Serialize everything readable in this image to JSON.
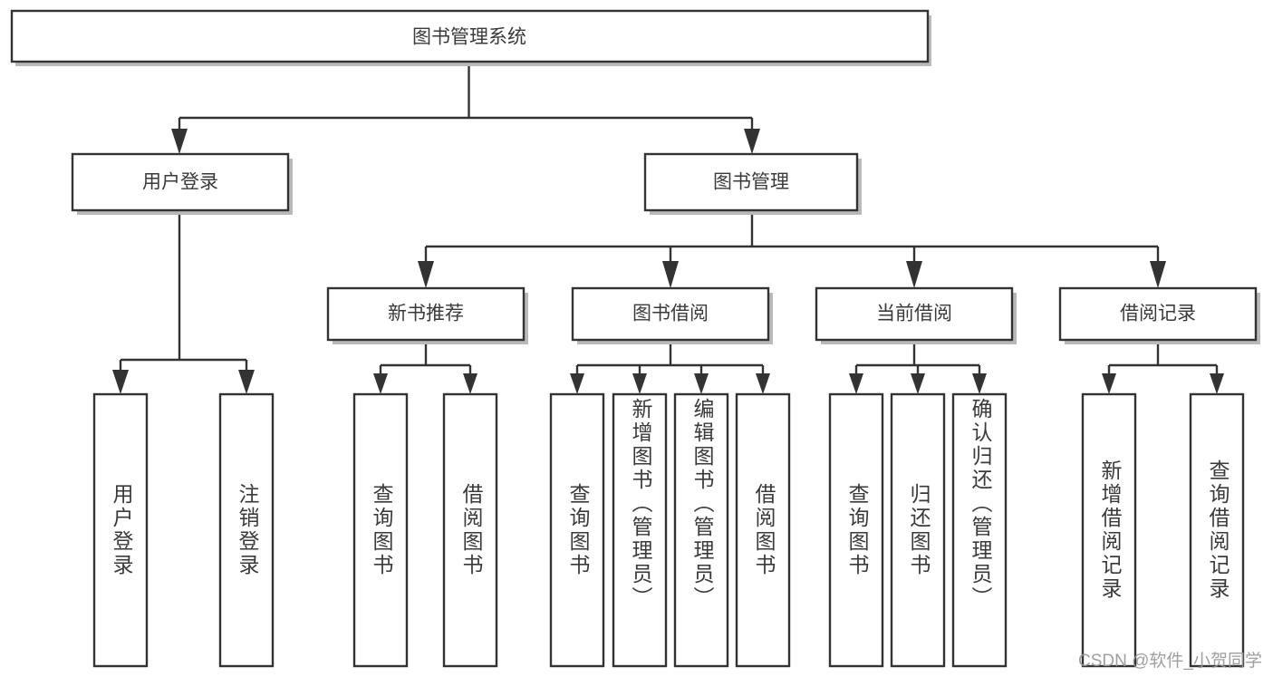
{
  "diagram": {
    "type": "tree-hierarchy",
    "title": "图书管理系统",
    "watermark": "CSDN @软件_小贺同学",
    "colors": {
      "box_stroke": "#333333",
      "box_fill": "#ffffff",
      "text": "#3a3a3a",
      "shadow": "#b9b9b9",
      "watermark": "#9a9a9a"
    },
    "root": {
      "label": "图书管理系统"
    },
    "level2": [
      {
        "label": "用户登录"
      },
      {
        "label": "图书管理"
      }
    ],
    "level3": [
      {
        "label": "新书推荐"
      },
      {
        "label": "图书借阅"
      },
      {
        "label": "当前借阅"
      },
      {
        "label": "借阅记录"
      }
    ],
    "leaves": {
      "user_login": [
        {
          "label": "用户登录"
        },
        {
          "label": "注销登录"
        }
      ],
      "new_book_recommend": [
        {
          "label": "查询图书"
        },
        {
          "label": "借阅图书"
        }
      ],
      "book_borrow": [
        {
          "label": "查询图书"
        },
        {
          "label": "新增图书（管理员）"
        },
        {
          "label": "编辑图书（管理员）"
        },
        {
          "label": "借阅图书"
        }
      ],
      "current_borrow": [
        {
          "label": "查询图书"
        },
        {
          "label": "归还图书"
        },
        {
          "label": "确认归还（管理员）"
        }
      ],
      "borrow_record": [
        {
          "label": "新增借阅记录"
        },
        {
          "label": "查询借阅记录"
        }
      ]
    }
  }
}
